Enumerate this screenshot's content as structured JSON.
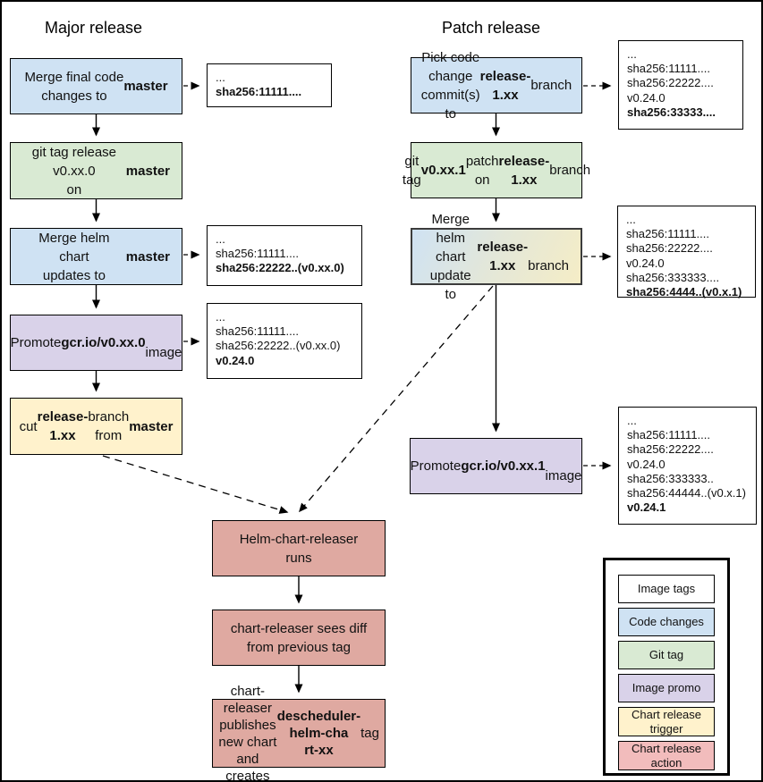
{
  "titles": {
    "major": "Major release",
    "patch": "Patch release"
  },
  "palette": {
    "code_changes_blue": "#cfe2f3",
    "git_tag_green": "#d9ead3",
    "image_promo_purple": "#d9d2e9",
    "chart_release_trigger_yellow": "#fff2cc",
    "chart_release_action_pink": "#dfa9a1",
    "legend_action_pink": "#f2bcbc",
    "gradient_box_blue_to_yellow": [
      "#cfe2f3",
      "#f5edc6"
    ],
    "line_black": "#000000"
  },
  "major_flow": {
    "step1": {
      "segments": [
        {
          "t": "Merge final code\nchanges to "
        },
        {
          "t": "master",
          "b": true
        }
      ]
    },
    "step2": {
      "segments": [
        {
          "t": "git tag release v0.xx.0\non "
        },
        {
          "t": "master",
          "b": true
        }
      ]
    },
    "step3": {
      "segments": [
        {
          "t": "Merge helm chart\nupdates to "
        },
        {
          "t": "master",
          "b": true
        }
      ]
    },
    "step4": {
      "segments": [
        {
          "t": "Promote "
        },
        {
          "t": "gcr.io/v0.xx.0",
          "b": true
        },
        {
          "t": "\nimage"
        }
      ]
    },
    "step5": {
      "segments": [
        {
          "t": "cut "
        },
        {
          "t": "release-1.xx",
          "b": true
        },
        {
          "t": " branch\nfrom "
        },
        {
          "t": "master",
          "b": true
        }
      ]
    }
  },
  "patch_flow": {
    "step1": {
      "segments": [
        {
          "t": "Pick code change\ncommit(s) to\n"
        },
        {
          "t": "release-1.xx",
          "b": true
        },
        {
          "t": " branch"
        }
      ]
    },
    "step2": {
      "segments": [
        {
          "t": "git tag "
        },
        {
          "t": "v0.xx.1",
          "b": true
        },
        {
          "t": " patch on\n"
        },
        {
          "t": "release-1.xx",
          "b": true
        },
        {
          "t": " branch"
        }
      ]
    },
    "step3": {
      "segments": [
        {
          "t": "Merge helm chart\nupdate to "
        },
        {
          "t": "release-1.xx",
          "b": true
        },
        {
          "t": "\nbranch"
        }
      ]
    },
    "step4": {
      "segments": [
        {
          "t": "Promote "
        },
        {
          "t": "gcr.io/v0.xx.1",
          "b": true
        },
        {
          "t": "\nimage"
        }
      ]
    }
  },
  "chart_release_flow": {
    "step1": {
      "segments": [
        {
          "t": "Helm-chart-releaser\nruns"
        }
      ]
    },
    "step2": {
      "segments": [
        {
          "t": "chart-releaser sees diff\nfrom previous tag"
        }
      ]
    },
    "step3": {
      "segments": [
        {
          "t": "chart-releaser publishes\nnew chart and creates\n"
        },
        {
          "t": "descheduler-helm-cha\nrt-xx",
          "b": true
        },
        {
          "t": " tag"
        }
      ]
    }
  },
  "annotations": {
    "major_code": {
      "lines": [
        [
          {
            "t": "..."
          }
        ],
        [
          {
            "t": "sha256:11111....",
            "b": true
          }
        ]
      ]
    },
    "major_helm": {
      "lines": [
        [
          {
            "t": "..."
          }
        ],
        [
          {
            "t": "sha256:11111...."
          }
        ],
        [
          {
            "t": "sha256:22222..(v0.xx.0)",
            "b": true
          }
        ]
      ]
    },
    "major_promote": {
      "lines": [
        [
          {
            "t": "..."
          }
        ],
        [
          {
            "t": "sha256:11111...."
          }
        ],
        [
          {
            "t": "sha256:22222..(v0.xx.0)"
          }
        ],
        [
          {
            "t": "v0.24.0",
            "b": true
          }
        ]
      ]
    },
    "patch_pick": {
      "lines": [
        [
          {
            "t": "..."
          }
        ],
        [
          {
            "t": "sha256:11111...."
          }
        ],
        [
          {
            "t": "sha256:22222...."
          }
        ],
        [
          {
            "t": "v0.24.0"
          }
        ],
        [
          {
            "t": "sha256:33333....",
            "b": true
          }
        ]
      ]
    },
    "patch_helm": {
      "lines": [
        [
          {
            "t": "..."
          }
        ],
        [
          {
            "t": "sha256:11111...."
          }
        ],
        [
          {
            "t": "sha256:22222...."
          }
        ],
        [
          {
            "t": "v0.24.0"
          }
        ],
        [
          {
            "t": "sha256:333333...."
          }
        ],
        [
          {
            "t": "sha256:4444..(v0.x.1)",
            "b": true
          }
        ]
      ]
    },
    "patch_promote": {
      "lines": [
        [
          {
            "t": "..."
          }
        ],
        [
          {
            "t": "sha256:11111...."
          }
        ],
        [
          {
            "t": "sha256:22222...."
          }
        ],
        [
          {
            "t": "v0.24.0"
          }
        ],
        [
          {
            "t": "sha256:333333.."
          }
        ],
        [
          {
            "t": "sha256:44444..(v0.x.1)"
          }
        ],
        [
          {
            "t": "v0.24.1",
            "b": true
          }
        ]
      ]
    }
  },
  "legend": {
    "items": [
      {
        "label": "Image tags"
      },
      {
        "label": "Code changes"
      },
      {
        "label": "Git tag"
      },
      {
        "label": "Image promo"
      },
      {
        "label": "Chart release\ntrigger"
      },
      {
        "label": "Chart release\naction"
      }
    ]
  }
}
